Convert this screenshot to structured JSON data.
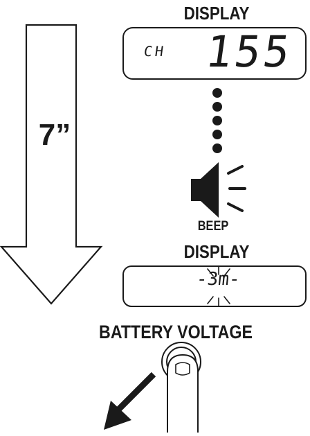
{
  "labels": {
    "display_top": "DISPLAY",
    "display_bottom": "DISPLAY",
    "beep": "BEEP",
    "battery_voltage": "BATTERY VOLTAGE",
    "duration": "7”"
  },
  "displays": {
    "top": {
      "prefix": "CH",
      "channel": "155"
    },
    "bottom": {
      "timer": "-3m-"
    }
  },
  "colors": {
    "ink": "#1a1a1a",
    "background": "#ffffff"
  },
  "icons": [
    "down-arrow-icon",
    "dots-icon",
    "speaker-icon",
    "blink-icon",
    "finger-press-icon",
    "diagonal-arrow-icon"
  ]
}
